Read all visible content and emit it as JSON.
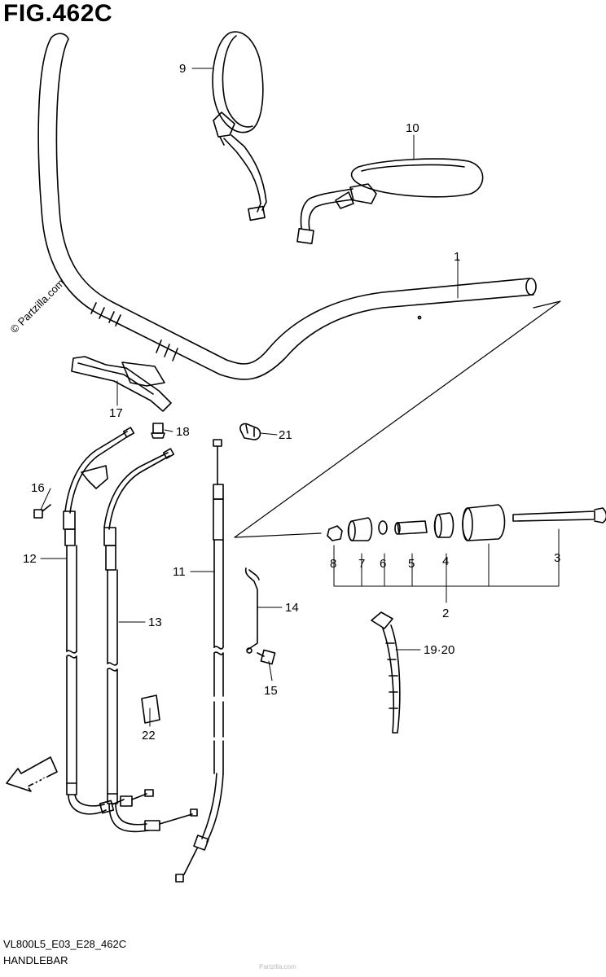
{
  "figure": {
    "title": "FIG.462C",
    "watermark": "© Partzilla.com",
    "faint_mark": "Partzilla.com",
    "footer_code": "VL800L5_E03_E28_462C",
    "footer_name": "HANDLEBAR",
    "fwd_label": "FWD"
  },
  "callouts": [
    {
      "id": "1",
      "label": "1"
    },
    {
      "id": "2",
      "label": "2"
    },
    {
      "id": "3",
      "label": "3"
    },
    {
      "id": "4",
      "label": "4"
    },
    {
      "id": "5",
      "label": "5"
    },
    {
      "id": "6",
      "label": "6"
    },
    {
      "id": "7",
      "label": "7"
    },
    {
      "id": "8",
      "label": "8"
    },
    {
      "id": "9",
      "label": "9"
    },
    {
      "id": "10",
      "label": "10"
    },
    {
      "id": "11",
      "label": "11"
    },
    {
      "id": "12",
      "label": "12"
    },
    {
      "id": "13",
      "label": "13"
    },
    {
      "id": "14",
      "label": "14"
    },
    {
      "id": "15",
      "label": "15"
    },
    {
      "id": "16",
      "label": "16"
    },
    {
      "id": "17",
      "label": "17"
    },
    {
      "id": "18",
      "label": "18"
    },
    {
      "id": "19-20",
      "label": "19·20"
    },
    {
      "id": "21",
      "label": "21"
    },
    {
      "id": "22",
      "label": "22"
    }
  ]
}
